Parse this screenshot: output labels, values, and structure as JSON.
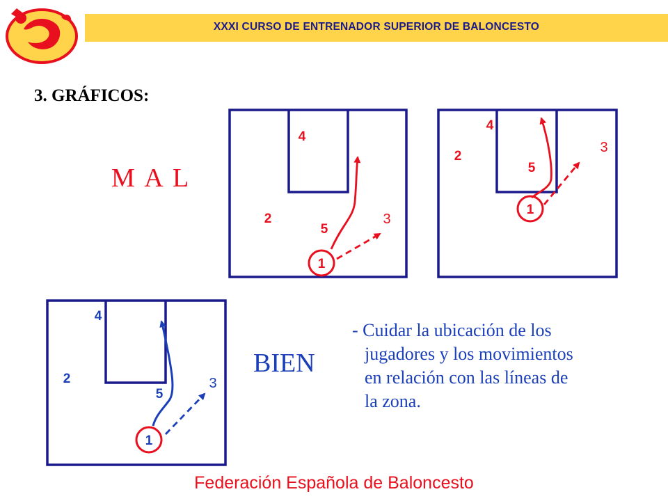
{
  "header": {
    "title": "XXXI CURSO DE ENTRENADOR SUPERIOR DE BALONCESTO"
  },
  "section_title": "3. GRÁFICOS:",
  "labels": {
    "bad": "M A L",
    "good": "BIEN"
  },
  "note": {
    "lines": [
      "- Cuidar la ubicación de los",
      "jugadores y los movimientos",
      "en relación con las líneas de",
      "la zona."
    ]
  },
  "footer": "Federación Española de Baloncesto",
  "diagrams": {
    "mal_1": {
      "players": [
        "4",
        "2",
        "5",
        "3",
        "1"
      ]
    },
    "mal_2": {
      "players": [
        "4",
        "2",
        "5",
        "3",
        "1"
      ]
    },
    "bien": {
      "players": [
        "4",
        "2",
        "5",
        "3",
        "1"
      ]
    }
  },
  "colors": {
    "header_bar": "#ffd34a",
    "header_text": "#1a1a8c",
    "bad": "#e8101e",
    "good": "#1b3fb8",
    "court": "#1a1a8c"
  }
}
